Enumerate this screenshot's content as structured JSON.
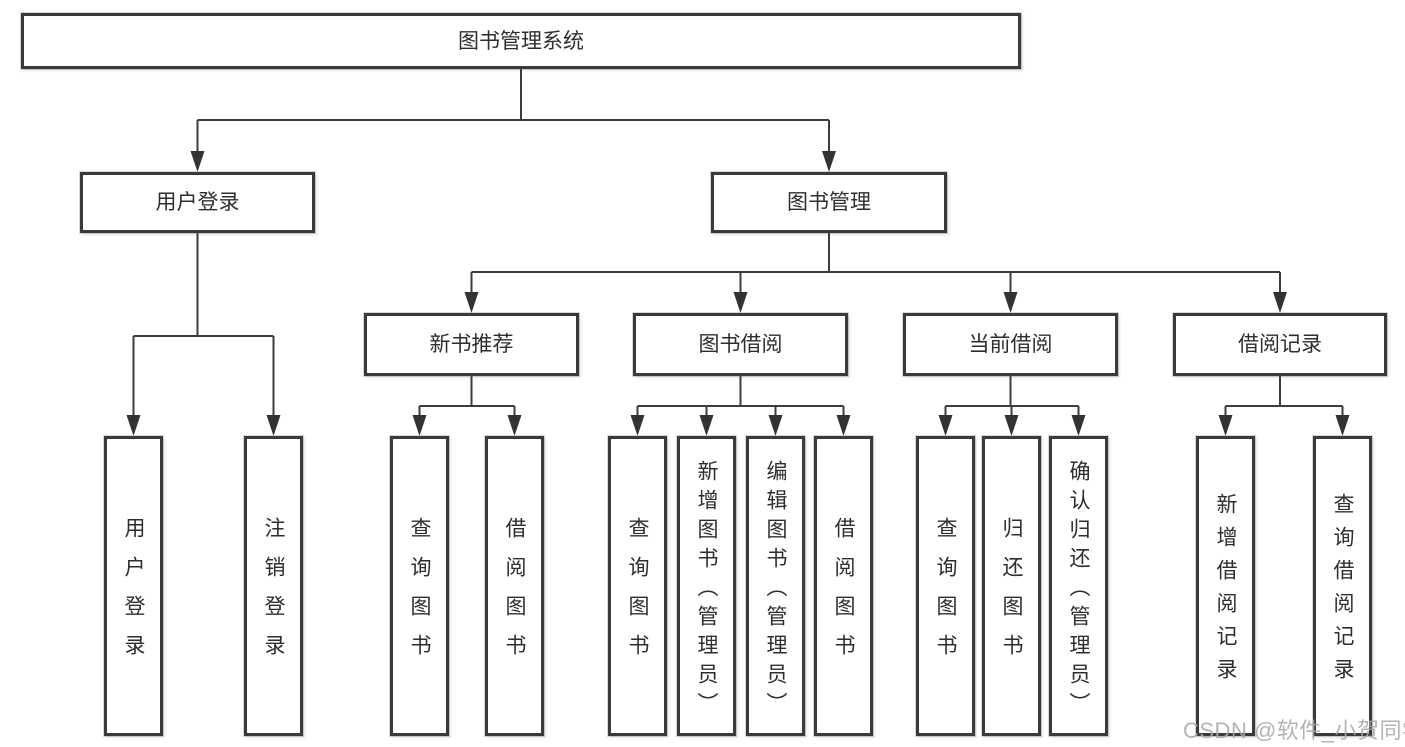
{
  "diagram": {
    "root": {
      "label": "图书管理系统"
    },
    "branches": [
      {
        "label": "用户登录"
      },
      {
        "label": "图书管理"
      }
    ],
    "modules": [
      {
        "label": "新书推荐",
        "parent": "图书管理"
      },
      {
        "label": "图书借阅",
        "parent": "图书管理"
      },
      {
        "label": "当前借阅",
        "parent": "图书管理"
      },
      {
        "label": "借阅记录",
        "parent": "图书管理"
      }
    ],
    "leaves": [
      {
        "label": "用户登录",
        "parent": "用户登录"
      },
      {
        "label": "注销登录",
        "parent": "用户登录"
      },
      {
        "label": "查询图书",
        "parent": "新书推荐"
      },
      {
        "label": "借阅图书",
        "parent": "新书推荐"
      },
      {
        "label": "查询图书",
        "parent": "图书借阅"
      },
      {
        "label": "新增图书（管理员）",
        "parent": "图书借阅"
      },
      {
        "label": "编辑图书（管理员）",
        "parent": "图书借阅"
      },
      {
        "label": "借阅图书",
        "parent": "图书借阅"
      },
      {
        "label": "查询图书",
        "parent": "当前借阅"
      },
      {
        "label": "归还图书",
        "parent": "当前借阅"
      },
      {
        "label": "确认归还（管理员）",
        "parent": "当前借阅"
      },
      {
        "label": "新增借阅记录",
        "parent": "借阅记录"
      },
      {
        "label": "查询借阅记录",
        "parent": "借阅记录"
      }
    ]
  },
  "watermark": {
    "text": "CSDN @软件_小贺同学"
  },
  "colors": {
    "box_border": "#3a3a3a",
    "line": "#3c3c3c",
    "arrow_fill": "#333333",
    "text": "#2e2e2e",
    "watermark": "#a8a8a8",
    "background": "#ffffff"
  }
}
